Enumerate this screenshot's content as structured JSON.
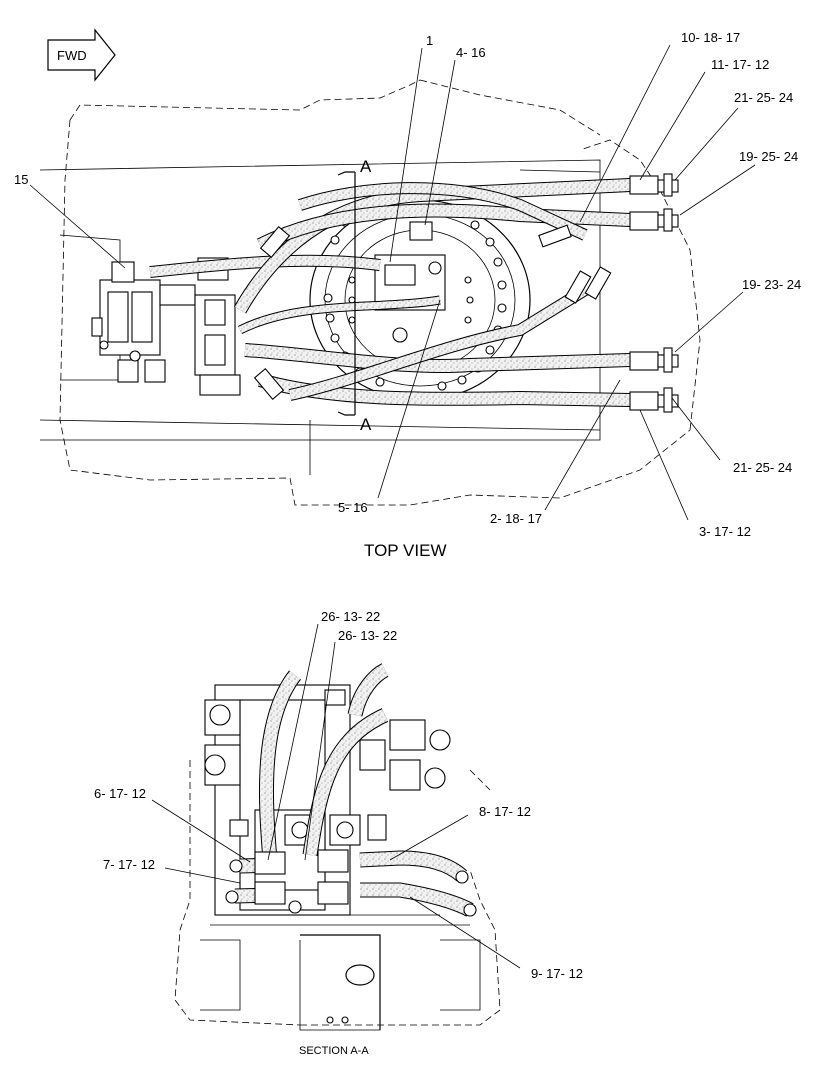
{
  "fwd_label": "FWD",
  "section_marker": "A",
  "views": {
    "top_view": "TOP VIEW",
    "section_view": "SECTION A-A"
  },
  "callouts": {
    "c1": "1",
    "c4_16": "4- 16",
    "c10_18_17": "10- 18- 17",
    "c11_17_12": "11- 17- 12",
    "c21_25_24_top": "21- 25- 24",
    "c19_25_24": "19- 25- 24",
    "c15": "15",
    "c19_23_24": "19- 23- 24",
    "c21_25_24_bottom": "21- 25- 24",
    "c5_16": "5- 16",
    "c2_18_17": "2- 18- 17",
    "c3_17_12": "3- 17- 12",
    "c26_13_22_a": "26- 13- 22",
    "c26_13_22_b": "26- 13- 22",
    "c6_17_12": "6- 17- 12",
    "c8_17_12": "8- 17- 12",
    "c7_17_12": "7- 17- 12",
    "c9_17_12": "9- 17- 12"
  }
}
